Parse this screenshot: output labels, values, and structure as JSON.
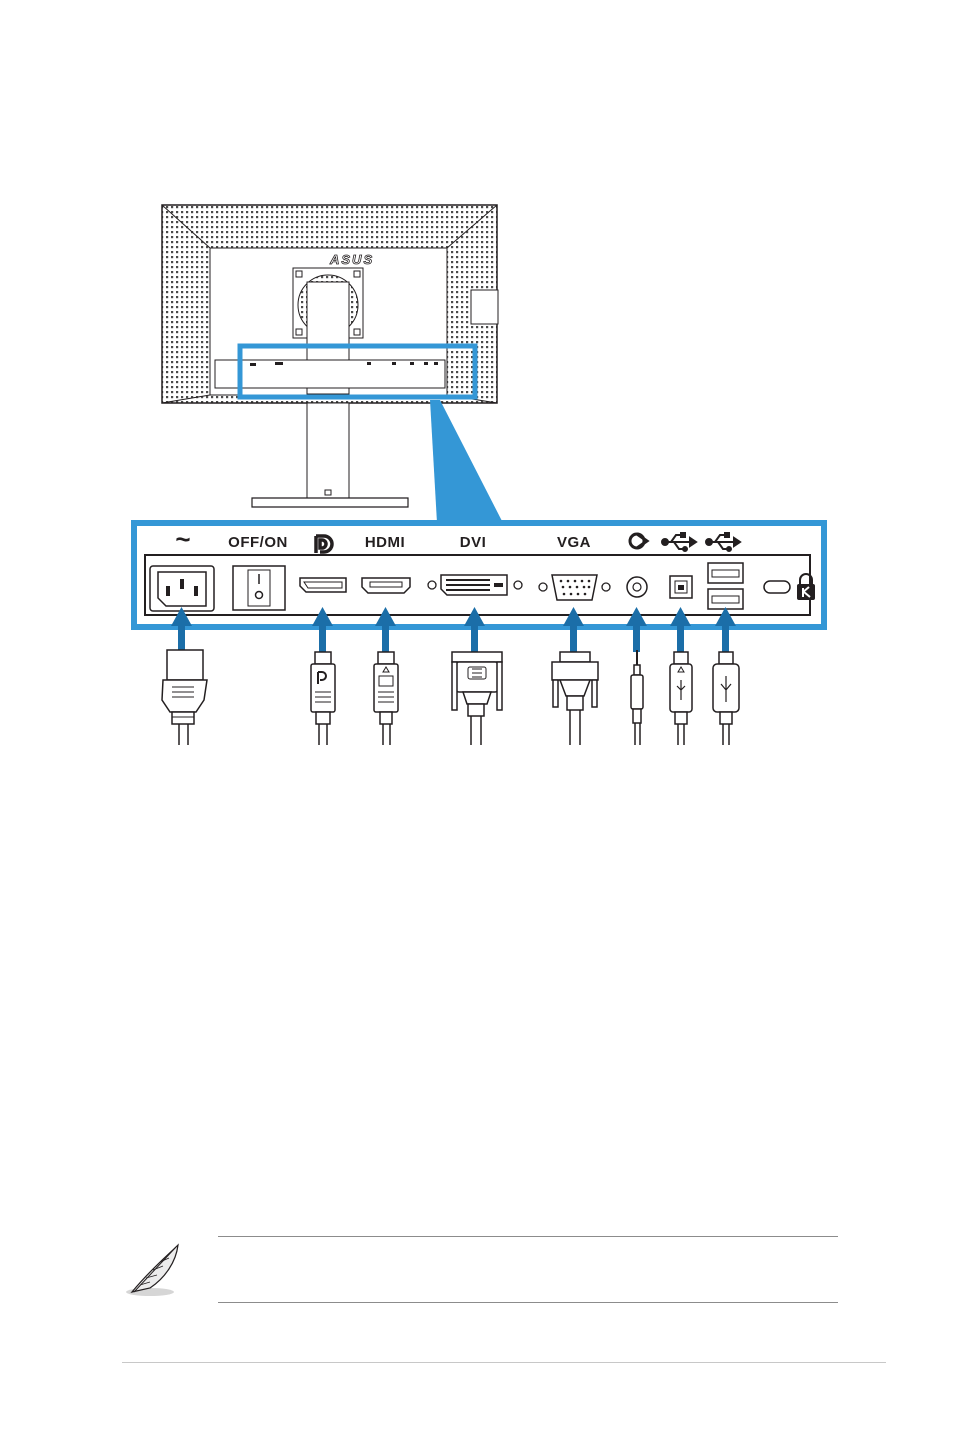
{
  "ports": {
    "power_symbol": "~",
    "power_switch": "OFF/ON",
    "hdmi": "HDMI",
    "dvi": "DVI",
    "vga": "VGA"
  },
  "monitor": {
    "brand_logo": "ASUS"
  },
  "icons": {
    "displayport": "displayport-logo-icon",
    "audio": "audio-in-icon",
    "usb_upstream": "usb-icon",
    "usb_downstream": "usb-icon",
    "lock": "kensington-lock-icon",
    "note": "feather-pen-icon"
  },
  "colors": {
    "highlight_blue": "#3497d6",
    "arrow_blue": "#1b6ea8",
    "line_black": "#231f20"
  }
}
